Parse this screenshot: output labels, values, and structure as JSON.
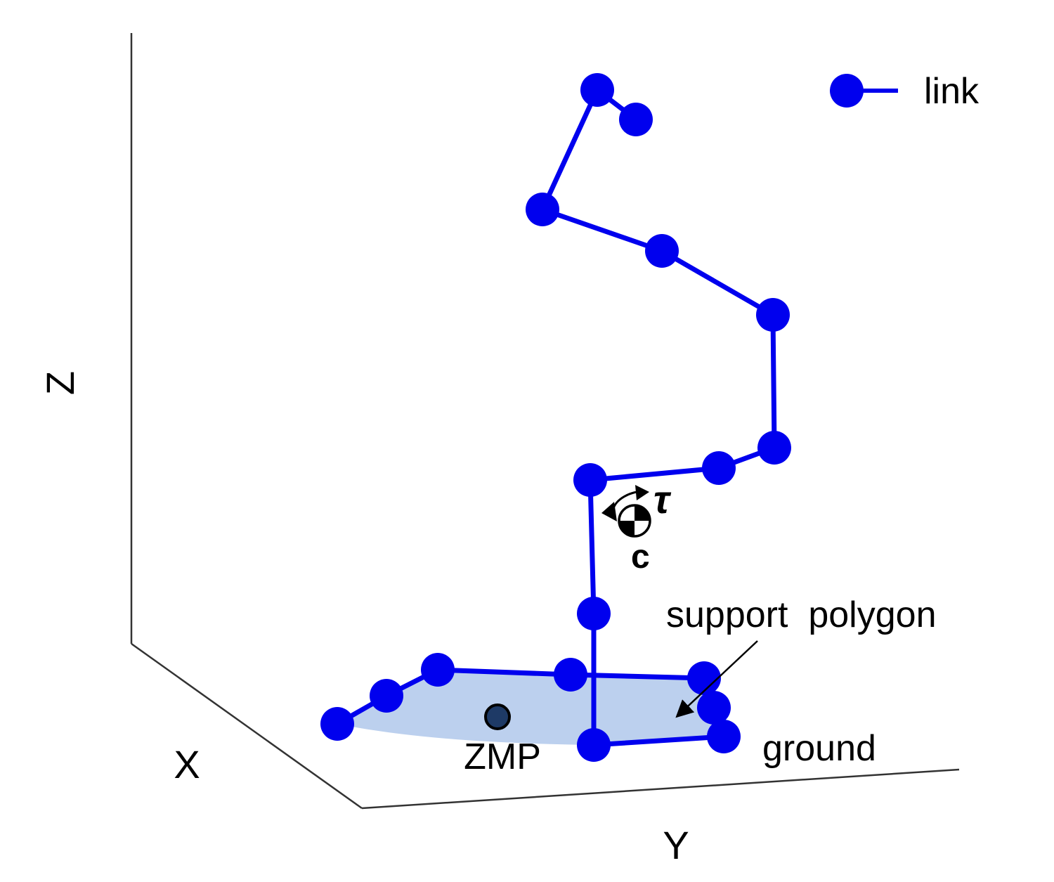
{
  "axes": {
    "z_label": "Z",
    "x_label": "X",
    "y_label": "Y"
  },
  "legend": {
    "label": "link"
  },
  "labels": {
    "tau": "τ",
    "com": "c",
    "zmp": "ZMP",
    "support_polygon": "support  polygon",
    "ground": "ground"
  },
  "colors": {
    "link": "#0000ee",
    "polygon_fill": "#bcd0ee",
    "zmp_fill": "#1e3a66",
    "axis": "#333333"
  }
}
